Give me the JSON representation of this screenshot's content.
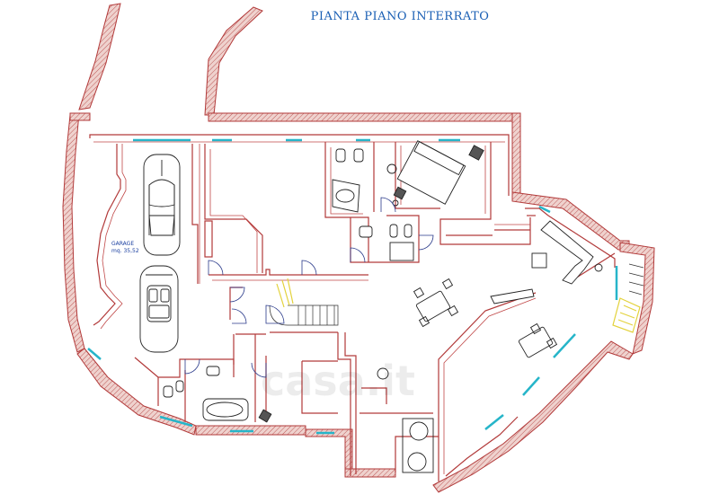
{
  "title": "PIANTA PIANO INTERRATO",
  "labels": {
    "garage_name": "GARAGE",
    "garage_area": "mq. 35,52"
  },
  "colors": {
    "wall_stroke": "#b23a3a",
    "wall_fill": "#ecc8c4",
    "window": "#26b5c9",
    "stairs_highlight": "#e3d23c",
    "title_text": "#1a5fb4",
    "label_text": "#1a3fa0"
  },
  "watermark": "casa.it"
}
